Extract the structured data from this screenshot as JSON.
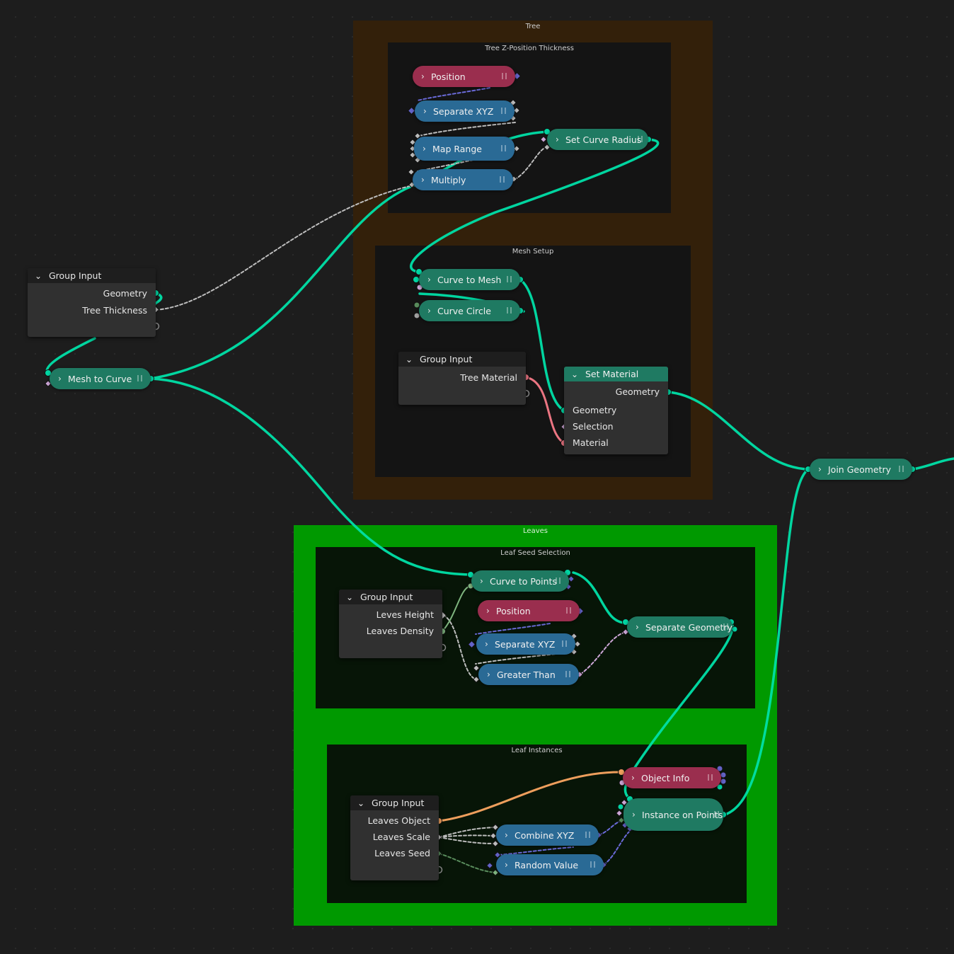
{
  "frames": {
    "tree": "Tree",
    "tree_z": "Tree Z-Position Thickness",
    "mesh_setup": "Mesh Setup",
    "leaves": "Leaves",
    "leaf_seed": "Leaf Seed Selection",
    "leaf_instances": "Leaf Instances"
  },
  "nodes": {
    "position_1": "Position",
    "separate_xyz_1": "Separate XYZ",
    "map_range": "Map Range",
    "multiply": "Multiply",
    "set_curve_radius": "Set Curve Radius",
    "curve_to_mesh": "Curve to Mesh",
    "curve_circle": "Curve Circle",
    "mesh_to_curve": "Mesh to Curve",
    "join_geometry": "Join Geometry",
    "curve_to_points": "Curve to Points",
    "position_2": "Position",
    "separate_xyz_2": "Separate XYZ",
    "greater_than": "Greater Than",
    "separate_geometry": "Separate Geometry",
    "object_info": "Object Info",
    "instance_on_points": "Instance on Points",
    "combine_xyz": "Combine XYZ",
    "random_value": "Random Value"
  },
  "group_input_main": {
    "title": "Group Input",
    "outputs": [
      "Geometry",
      "Tree Thickness"
    ]
  },
  "group_input_mesh": {
    "title": "Group Input",
    "outputs": [
      "Tree Material"
    ]
  },
  "set_material": {
    "title": "Set Material",
    "output": "Geometry",
    "inputs": [
      "Geometry",
      "Selection",
      "Material"
    ]
  },
  "group_input_seed": {
    "title": "Group Input",
    "outputs": [
      "Leves Height",
      "Leaves Density"
    ]
  },
  "group_input_instances": {
    "title": "Group Input",
    "outputs": [
      "Leaves Object",
      "Leaves Scale",
      "Leaves Seed"
    ]
  },
  "colors": {
    "geometry": "#00d6a3",
    "float": "#a1a1a1",
    "vector": "#6363c7",
    "boolean": "#cca6d6",
    "material": "#eb7582",
    "object": "#ed9e5c",
    "integer": "#598c5c",
    "frame_tree": "#33200a",
    "frame_leaves": "#009900"
  }
}
